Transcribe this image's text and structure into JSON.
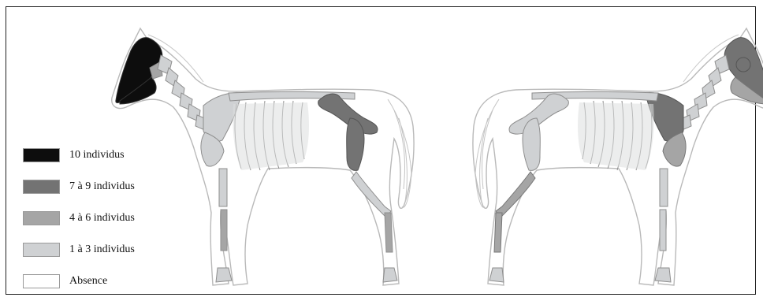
{
  "legend": {
    "items": [
      {
        "label": "10 individus",
        "color": "#0d0d0d"
      },
      {
        "label": "7 à 9 individus",
        "color": "#737373"
      },
      {
        "label": "4 à 6 individus",
        "color": "#a5a5a5"
      },
      {
        "label": "1 à 3 individus",
        "color": "#cfd1d3"
      },
      {
        "label": "Absence",
        "color": "#ffffff"
      }
    ]
  },
  "colors": {
    "outline": "#b9b9b9",
    "bone_stroke": "#8e8e8e",
    "frame": "#222222"
  }
}
